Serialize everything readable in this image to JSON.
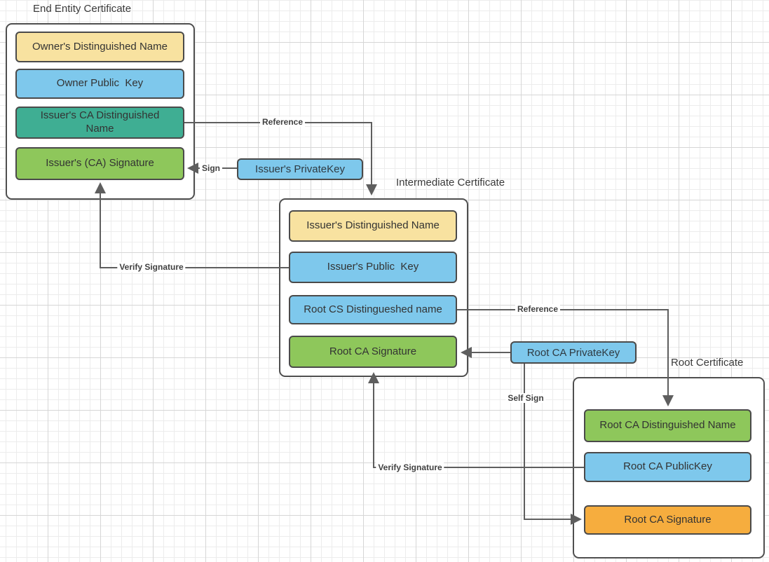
{
  "diagram": {
    "groups": [
      {
        "title": "End Entity Certificate",
        "fields": [
          {
            "label": "Owner's Distinguished Name",
            "color": "yellow"
          },
          {
            "label": "Owner Public  Key",
            "color": "blue"
          },
          {
            "label": "Issuer's CA Distinguished Name",
            "color": "teal"
          },
          {
            "label": "Issuer's (CA) Signature",
            "color": "green"
          }
        ]
      },
      {
        "title": "Intermediate Certificate",
        "fields": [
          {
            "label": "Issuer's Distinguished Name",
            "color": "yellow"
          },
          {
            "label": "Issuer's Public  Key",
            "color": "blue"
          },
          {
            "label": "Root CS Distingueshed name",
            "color": "blue"
          },
          {
            "label": "Root CA Signature",
            "color": "green"
          }
        ]
      },
      {
        "title": "Root Certificate",
        "fields": [
          {
            "label": "Root CA Distinguished Name",
            "color": "green"
          },
          {
            "label": "Root CA PublicKey",
            "color": "blue"
          },
          {
            "label": "Root CA Signature",
            "color": "orange"
          }
        ]
      }
    ],
    "keys": [
      {
        "label": "Issuer's PrivateKey"
      },
      {
        "label": "Root CA PrivateKey"
      }
    ],
    "edges": {
      "reference1": "Reference",
      "sign": "Sign",
      "verify1": "Verify Signature",
      "reference2": "Reference",
      "self_sign": "Self Sign",
      "verify2": "Verify Signature"
    },
    "palette": {
      "yellow": "#f8e2a0",
      "blue": "#7ec8ec",
      "teal": "#3fae93",
      "green": "#8ec75b",
      "orange": "#f6ad3e",
      "line": "#5e5e5e"
    }
  }
}
